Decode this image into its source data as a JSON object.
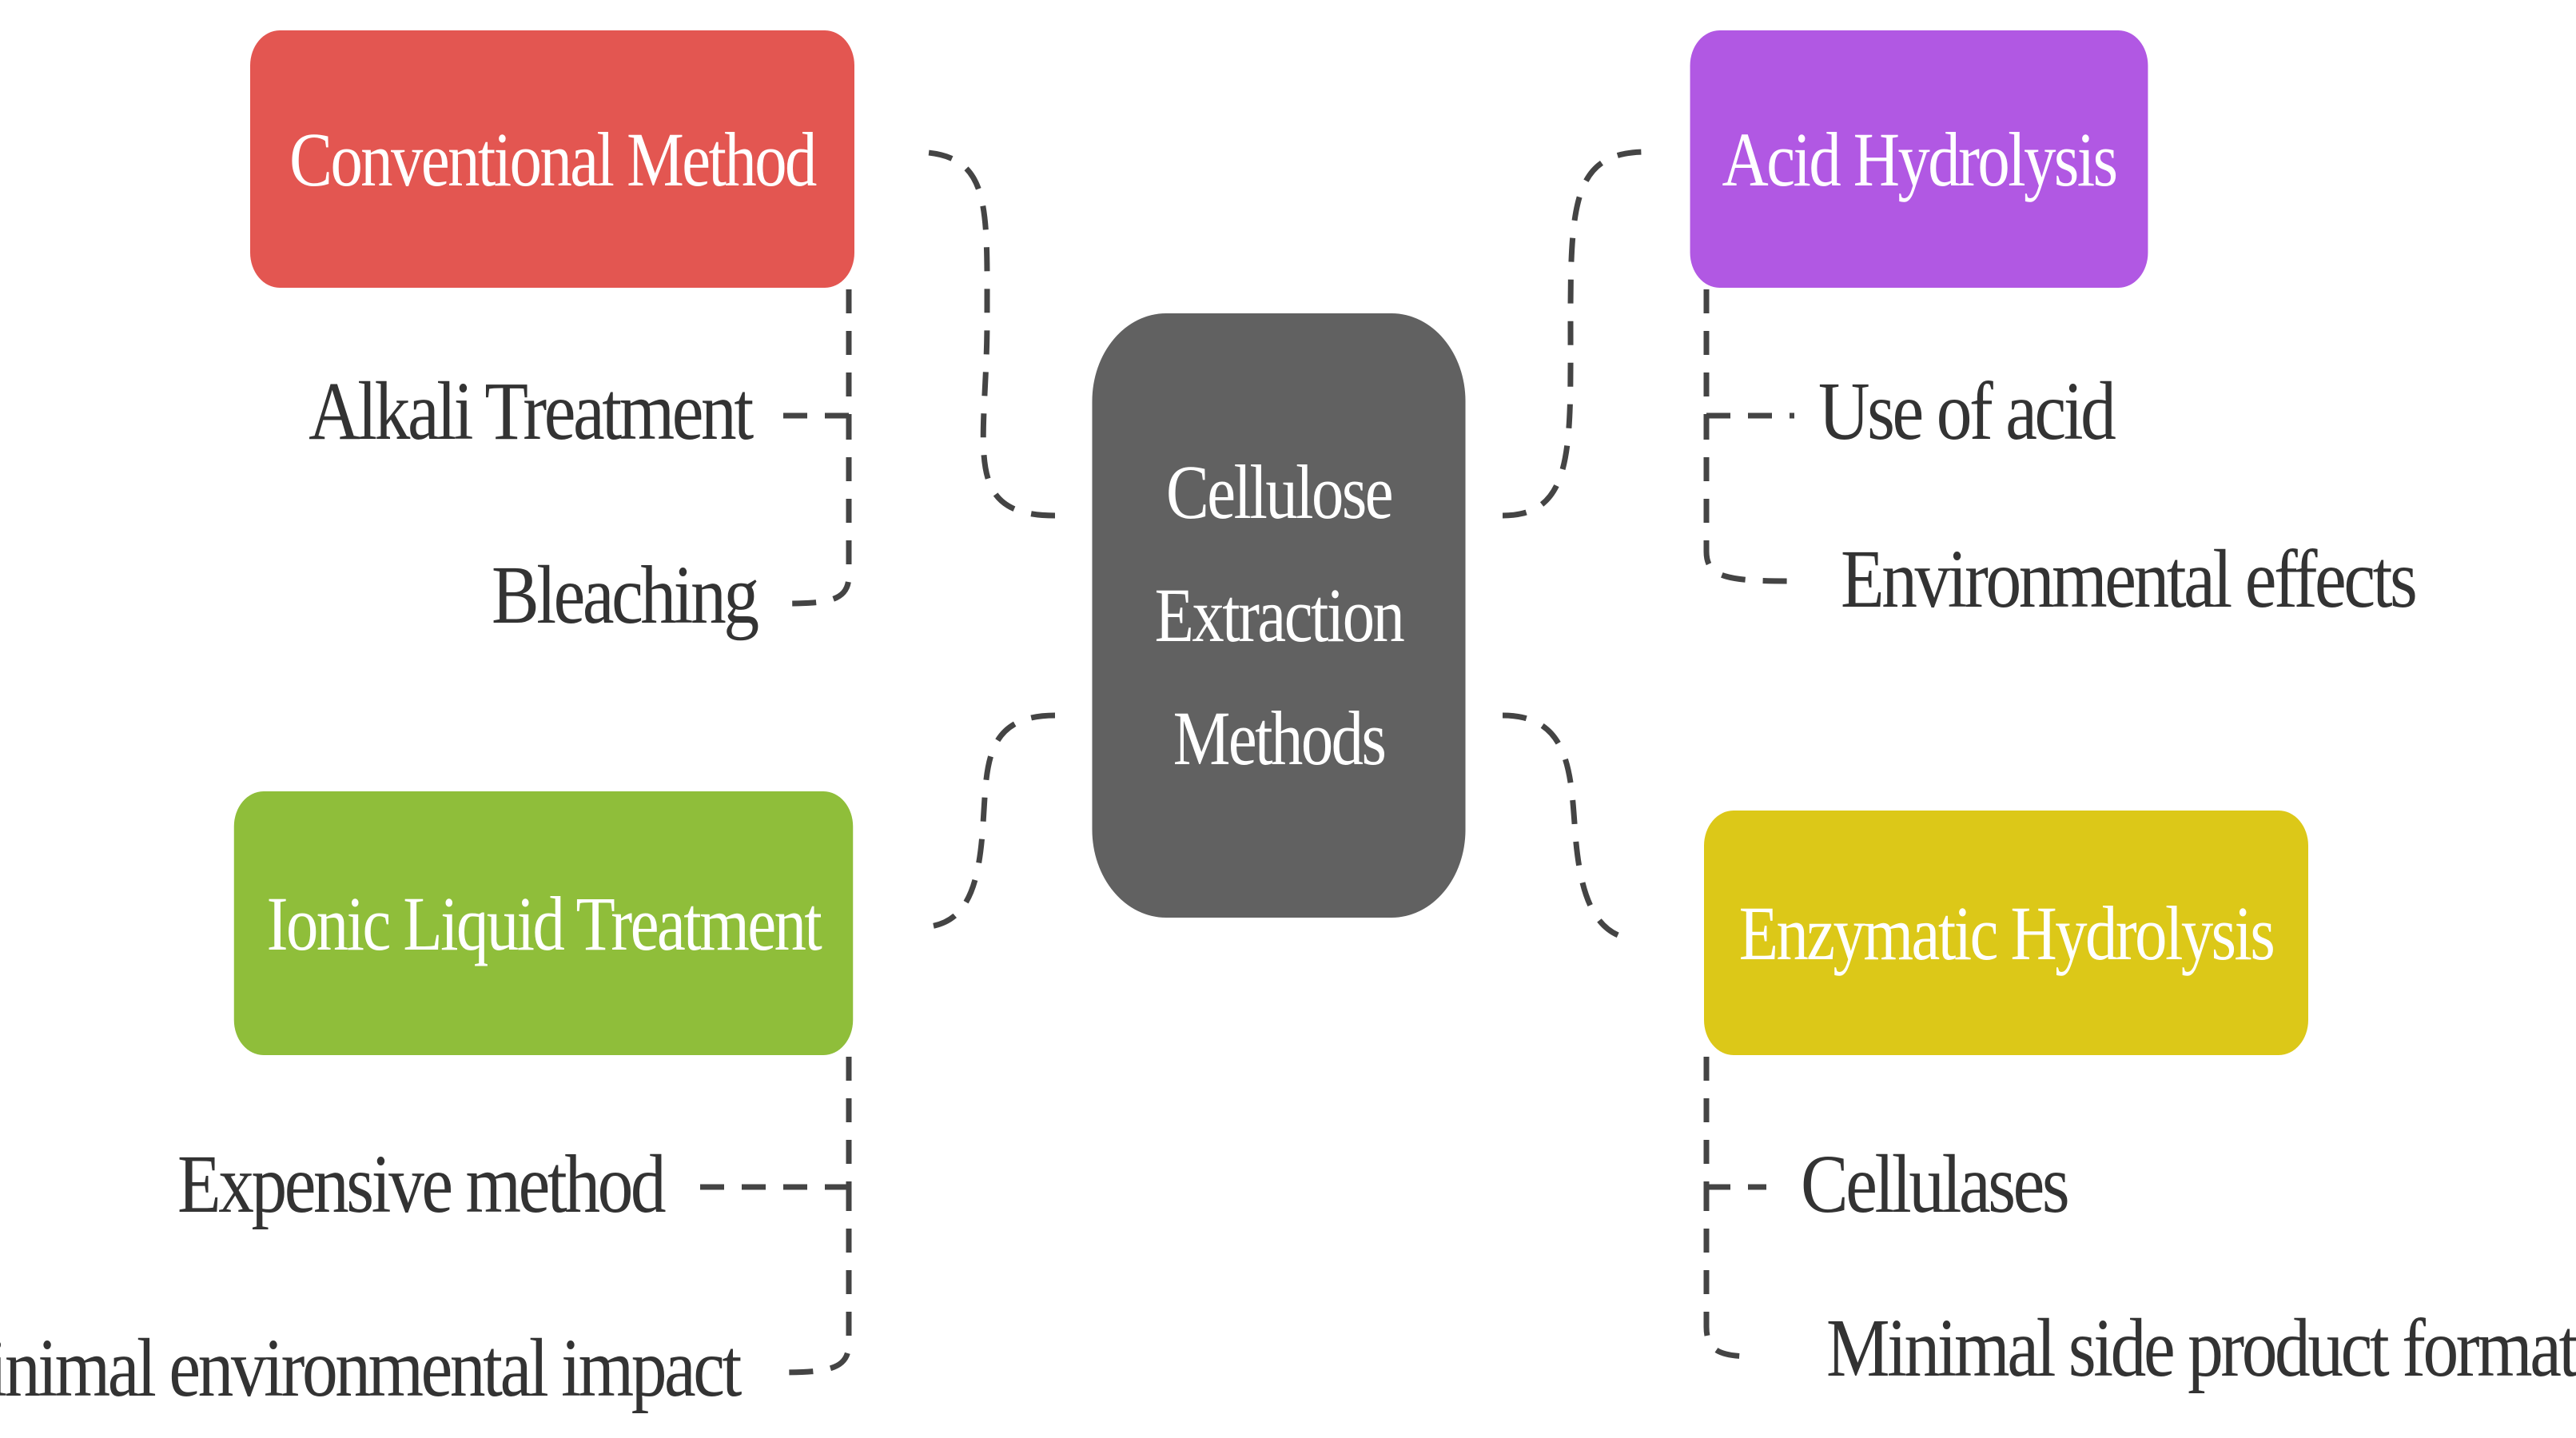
{
  "center": {
    "line1": "Cellulose",
    "line2": "Extraction",
    "line3": "Methods"
  },
  "methods": {
    "conventional": {
      "label": "Conventional Method",
      "color": "#e35651",
      "children": [
        "Alkali Treatment",
        "Bleaching"
      ]
    },
    "ionic": {
      "label": "Ionic Liquid Treatment",
      "color": "#8fbe3a",
      "children": [
        "Expensive method",
        "Minimal environmental impact"
      ]
    },
    "acid": {
      "label": "Acid Hydrolysis",
      "color": "#b158e3",
      "children": [
        "Use of acid",
        "Environmental effects"
      ]
    },
    "enzymatic": {
      "label": "Enzymatic Hydrolysis",
      "color": "#dcc818",
      "children": [
        "Cellulases",
        "Minimal side product formation"
      ]
    }
  },
  "colors": {
    "center": "#616161",
    "connector": "#444444",
    "leaf_text": "#333333"
  }
}
